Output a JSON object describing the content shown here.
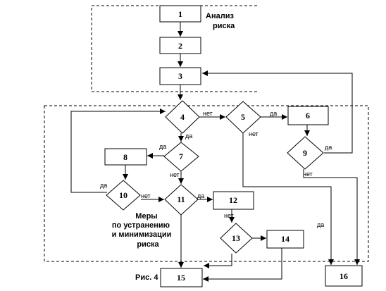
{
  "nodes": {
    "n1": "1",
    "n2": "2",
    "n3": "3",
    "n4": "4",
    "n5": "5",
    "n6": "6",
    "n7": "7",
    "n8": "8",
    "n9": "9",
    "n10": "10",
    "n11": "11",
    "n12": "12",
    "n13": "13",
    "n14": "14",
    "n15": "15",
    "n16": "16"
  },
  "annotations": {
    "risk_analysis_line1": "Анализ",
    "risk_analysis_line2": "риска",
    "measures_line1": "Меры",
    "measures_line2": "по устранению",
    "measures_line3": "и минимизации",
    "measures_line4": "риска",
    "figure_caption": "Рис. 4"
  },
  "labels": {
    "yes": "да",
    "no": "нет"
  }
}
